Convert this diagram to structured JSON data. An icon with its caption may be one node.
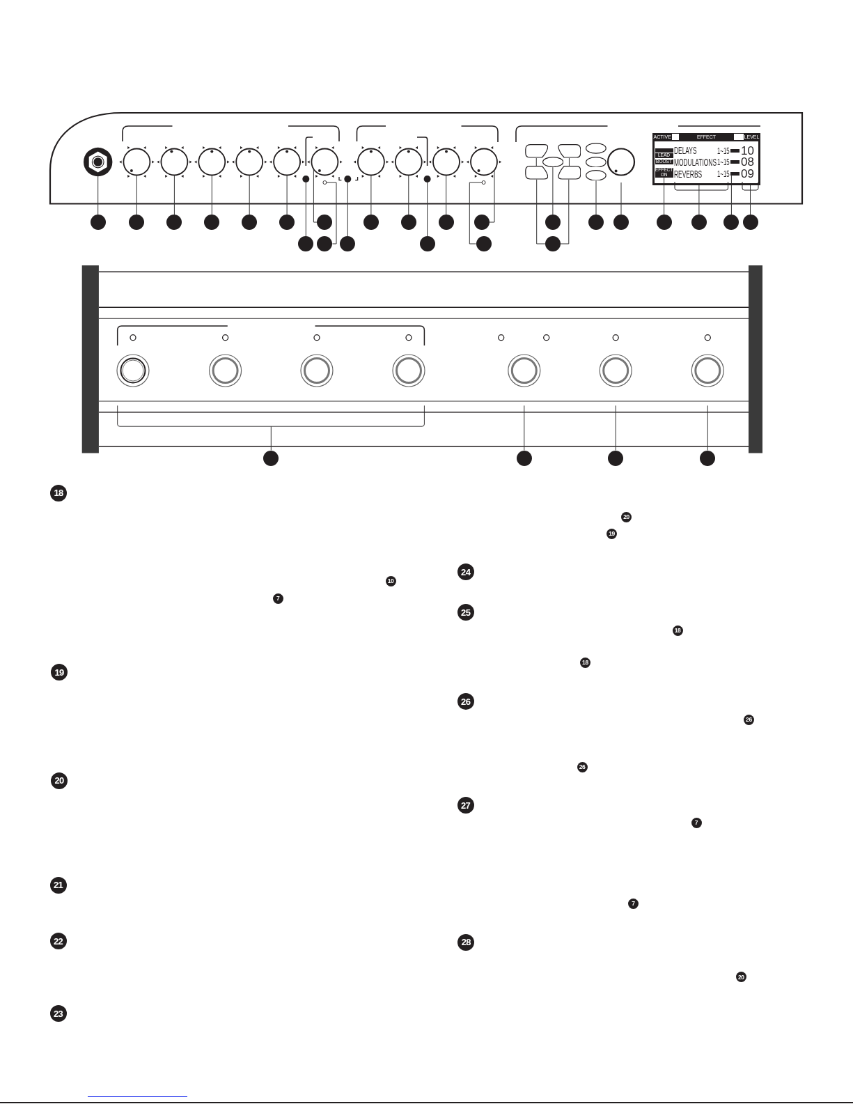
{
  "diagram": {
    "nodes": [
      {
        "text": [
          "ACTIVE",
          "EFFECT",
          "LEVEL",
          "DELAYS",
          "1~15",
          "10",
          "MODULATIONS",
          "1~15",
          "08",
          "REVERBS",
          "1~15",
          "09"
        ]
      },
      {
        "text": [],
        "shape": "box",
        "in": 0
      },
      {
        "text": [],
        "shape": "box",
        "in": 0
      },
      {
        "text": [
          "LEAD"
        ],
        "in": 0
      },
      {
        "text": [
          "BOOST"
        ],
        "in": 0
      },
      {
        "text": [],
        "shape": "box",
        "in": 0
      },
      {
        "text": [
          "EFFECT ON"
        ],
        "in": 0
      },
      {
        "text": [],
        "shape": "box",
        "in": 0
      },
      {
        "text": [],
        "shape": "button"
      },
      {
        "text": [],
        "shape": "button"
      },
      {
        "text": [],
        "shape": "ellipse"
      },
      {
        "text": [],
        "shape": "ellipse"
      },
      {
        "text": [],
        "shape": "ellipse"
      },
      {
        "text": [],
        "shape": "button"
      },
      {
        "text": [],
        "shape": "button"
      },
      {
        "text": [],
        "shape": "ellipse"
      },
      {
        "text": [],
        "shape": "circle"
      },
      {
        "text": [],
        "shape": "circle"
      },
      {
        "text": [],
        "shape": "circle"
      },
      {
        "text": [],
        "shape": "circle"
      },
      {
        "text": [],
        "shape": "circle"
      },
      {
        "text": [],
        "shape": "circle"
      },
      {
        "text": [],
        "shape": "circle"
      },
      {
        "text": [],
        "shape": "circle"
      },
      {
        "text": [],
        "shape": "circle"
      },
      {
        "text": [],
        "shape": "circle"
      },
      {
        "text": [],
        "shape": "circle"
      },
      {
        "text": [],
        "shape": "circle"
      },
      {
        "text": [],
        "shape": "circle"
      },
      {
        "text": [],
        "shape": "circle"
      },
      {
        "text": [],
        "shape": "circle"
      },
      {
        "text": [],
        "shape": "circle"
      },
      {
        "text": [],
        "shape": "circle"
      },
      {
        "text": [],
        "shape": "circle"
      },
      {
        "text": [],
        "shape": "circle"
      },
      {
        "text": [],
        "shape": "circle"
      },
      {
        "text": [],
        "shape": "circle"
      },
      {
        "text": [],
        "shape": "circle"
      },
      {
        "text": [],
        "shape": "circle"
      },
      {
        "text": [],
        "shape": "circle"
      },
      {
        "text": [],
        "shape": "circle"
      },
      {
        "text": [],
        "shape": "circle"
      },
      {
        "text": [],
        "shape": "circle"
      },
      {
        "text": [],
        "shape": "circle"
      },
      {
        "text": [
          "18"
        ]
      },
      {
        "text": [
          "10"
        ]
      },
      {
        "text": [
          "7"
        ]
      },
      {
        "text": [
          "19"
        ]
      },
      {
        "text": [
          "20"
        ]
      },
      {
        "text": [
          "21"
        ]
      },
      {
        "text": [
          "22"
        ]
      },
      {
        "text": [
          "23"
        ]
      },
      {
        "text": [
          "20"
        ]
      },
      {
        "text": [
          "19"
        ]
      },
      {
        "text": [
          "24"
        ]
      },
      {
        "text": [
          "25"
        ]
      },
      {
        "text": [
          "18"
        ]
      },
      {
        "text": [
          "18"
        ]
      },
      {
        "text": [
          "26"
        ]
      },
      {
        "text": [
          "26"
        ]
      },
      {
        "text": [
          "26"
        ]
      },
      {
        "text": [
          "27"
        ]
      },
      {
        "text": [
          "7"
        ]
      },
      {
        "text": [
          "7"
        ]
      },
      {
        "text": [
          "28"
        ]
      },
      {
        "text": [
          "20"
        ]
      }
    ],
    "edges": [
      {
        "from": 16,
        "to": null,
        "arrow": "none"
      },
      {
        "from": 17,
        "to": null,
        "arrow": "none"
      },
      {
        "from": 18,
        "to": null,
        "arrow": "none"
      },
      {
        "from": 19,
        "to": null,
        "arrow": "none"
      },
      {
        "from": 20,
        "to": null,
        "arrow": "none"
      },
      {
        "from": 21,
        "to": null,
        "arrow": "none"
      },
      {
        "from": 22,
        "to": null,
        "arrow": "none"
      },
      {
        "from": 23,
        "to": null,
        "arrow": "none"
      },
      {
        "from": 24,
        "to": null,
        "arrow": "none"
      },
      {
        "from": 25,
        "to": null,
        "arrow": "none"
      },
      {
        "from": 26,
        "to": null,
        "arrow": "none"
      },
      {
        "from": 27,
        "to": 11,
        "arrow": "none"
      },
      {
        "from": 28,
        "to": 15,
        "arrow": "none"
      },
      {
        "from": 29,
        "to": null,
        "arrow": "none"
      },
      {
        "from": 30,
        "to": 6,
        "arrow": "none"
      },
      {
        "from": 31,
        "to": 0,
        "arrow": "none"
      },
      {
        "from": 32,
        "to": 7,
        "arrow": "none"
      },
      {
        "from": 33,
        "to": 0,
        "arrow": "none"
      },
      {
        "from": 34,
        "to": null,
        "arrow": "none"
      },
      {
        "from": 35,
        "to": null,
        "arrow": "none"
      },
      {
        "from": 36,
        "to": null,
        "arrow": "none"
      },
      {
        "from": 37,
        "to": null,
        "arrow": "none"
      },
      {
        "from": 38,
        "to": null,
        "arrow": "none"
      },
      {
        "from": 39,
        "to": 13,
        "arrow": "none"
      },
      {
        "from": 39,
        "to": 14,
        "arrow": "none"
      },
      {
        "from": 40,
        "to": null,
        "arrow": "none"
      },
      {
        "from": 41,
        "to": null,
        "arrow": "none"
      },
      {
        "from": 42,
        "to": null,
        "arrow": "none"
      },
      {
        "from": 43,
        "to": null,
        "arrow": "none"
      },
      {
        "from": 8,
        "to": 13,
        "arrow": "none"
      },
      {
        "from": 9,
        "to": 14,
        "arrow": "none"
      }
    ]
  }
}
